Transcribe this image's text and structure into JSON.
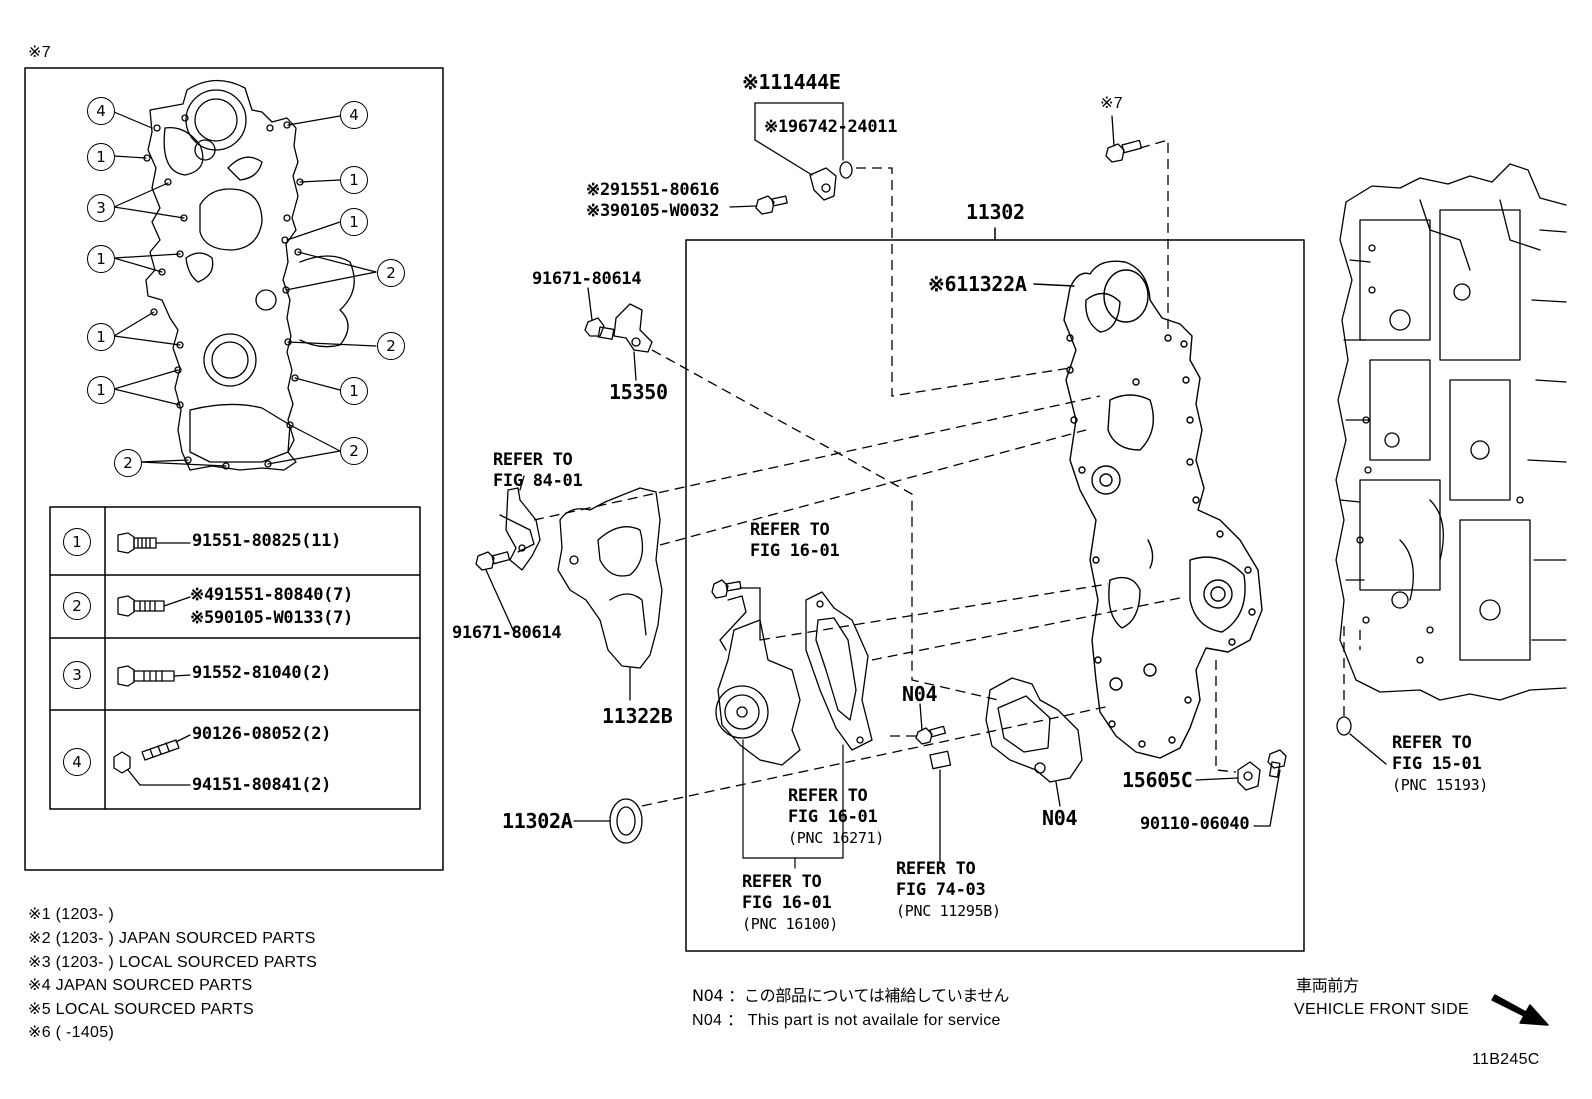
{
  "diagram_id": "11B245C",
  "inset": {
    "note": "※7",
    "callouts": [
      "4",
      "4",
      "1",
      "1",
      "3",
      "1",
      "1",
      "2",
      "1",
      "2",
      "1",
      "1",
      "2",
      "2"
    ],
    "fastener_table": [
      {
        "num": "1",
        "lines": [
          "91551-80825(11)"
        ]
      },
      {
        "num": "2",
        "lines": [
          "※491551-80840(7)",
          "※590105-W0133(7)"
        ]
      },
      {
        "num": "3",
        "lines": [
          "91552-81040(2)"
        ]
      },
      {
        "num": "4",
        "lines": [
          "90126-08052(2)",
          "94151-80841(2)"
        ]
      }
    ]
  },
  "footnotes": [
    "※1 (1203-       )",
    "※2 (1203-       ) JAPAN SOURCED PARTS",
    "※3 (1203-       ) LOCAL SOURCED PARTS",
    "※4 JAPAN SOURCED PARTS",
    "※5 LOCAL SOURCED PARTS",
    "※6 (       -1405)"
  ],
  "parts": {
    "p11444e": "※111444E",
    "p96742": "※196742-24011",
    "p91551_80616": "※291551-80616",
    "p90105_w0032": "※390105-W0032",
    "note7": "※7",
    "p11302": "11302",
    "p11322a": "※611322A",
    "p91671_a": "91671-80614",
    "p15350": "15350",
    "p91671_b": "91671-80614",
    "p11322b": "11322B",
    "p11302a": "11302A",
    "n04_a": "N04",
    "n04_b": "N04",
    "p15605c": "15605C",
    "p90110": "90110-06040"
  },
  "refers": {
    "fig84": {
      "l1": "REFER TO",
      "l2": "FIG 84-01"
    },
    "fig16a": {
      "l1": "REFER TO",
      "l2": "FIG 16-01"
    },
    "fig16b": {
      "l1": "REFER TO",
      "l2": "FIG 16-01",
      "l3": "(PNC 16271)"
    },
    "fig16c": {
      "l1": "REFER TO",
      "l2": "FIG 16-01",
      "l3": "(PNC 16100)"
    },
    "fig74": {
      "l1": "REFER TO",
      "l2": "FIG 74-03",
      "l3": "(PNC 11295B)"
    },
    "fig15": {
      "l1": "REFER TO",
      "l2": "FIG 15-01",
      "l3": "(PNC 15193)"
    }
  },
  "notes": {
    "n04_jp": "N04 ：この部品については補給していません",
    "n04_en": "N04 ： This part is not availale for service"
  },
  "orientation": {
    "jp": "車両前方",
    "en": "VEHICLE FRONT SIDE"
  }
}
